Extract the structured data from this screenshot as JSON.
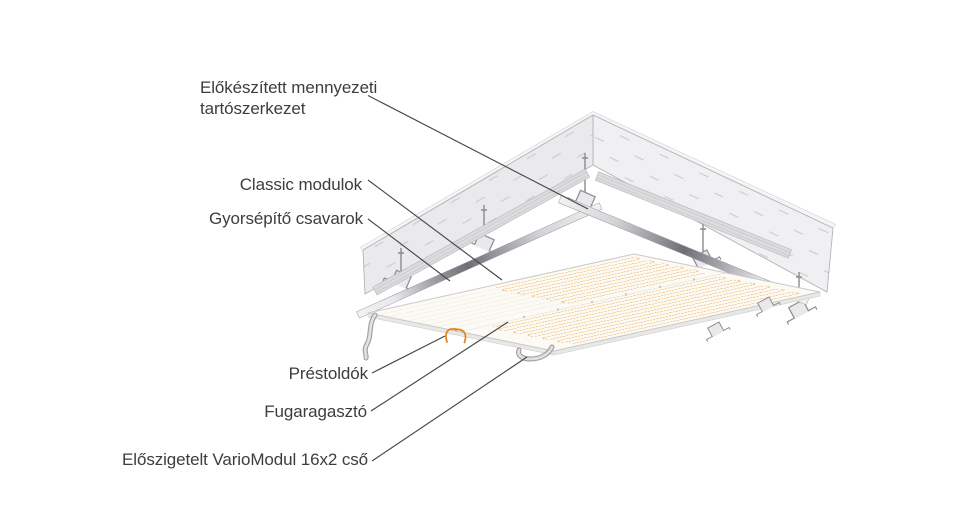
{
  "figure": {
    "labels": {
      "support": {
        "line1": "Előkészített mennyezeti",
        "line2": "tartószerkezet"
      },
      "classic_modules": {
        "text": "Classic modulok"
      },
      "quick_screws": {
        "text": "Gyorsépítő csavarok"
      },
      "press_couplings": {
        "text": "Préstoldók"
      },
      "joint_adhesive": {
        "text": "Fugaragasztó"
      },
      "insulated_pipe": {
        "text": "Előszigetelt VarioModul 16x2 cső"
      }
    },
    "colors": {
      "label_text": "#3d3d3d",
      "leader_line": "#474747",
      "pipe_orange": "#efa747",
      "pipe_faint": "#eae3d2",
      "coupling_orange": "#e2830f",
      "slab_left": "#eaeaec",
      "slab_right": "#f0f0f2",
      "panel_fill": "#fcfaf5",
      "metal_dark": "#6e6e74",
      "metal_light": "#f2f2f4"
    }
  }
}
